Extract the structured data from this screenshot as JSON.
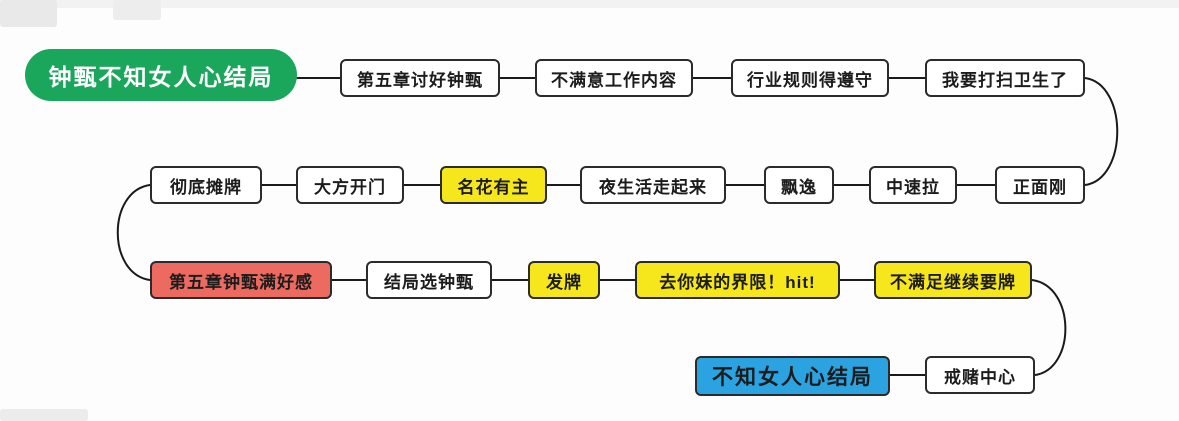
{
  "colors": {
    "start_green": "#1aa75b",
    "highlight_yellow": "#f6e71d",
    "danger_red": "#ec6a5f",
    "ending_blue": "#2ba3e1",
    "line": "#1a1a1a"
  },
  "diagram": {
    "nodes": [
      {
        "label": "钟甄不知女人心结局",
        "type": "start"
      },
      {
        "label": "第五章讨好钟甄",
        "type": "plain"
      },
      {
        "label": "不满意工作内容",
        "type": "plain"
      },
      {
        "label": "行业规则得遵守",
        "type": "plain"
      },
      {
        "label": "我要打扫卫生了",
        "type": "plain"
      },
      {
        "label": "彻底摊牌",
        "type": "plain"
      },
      {
        "label": "大方开门",
        "type": "plain"
      },
      {
        "label": "名花有主",
        "type": "yellow"
      },
      {
        "label": "夜生活走起来",
        "type": "plain"
      },
      {
        "label": "飘逸",
        "type": "plain"
      },
      {
        "label": "中速拉",
        "type": "plain"
      },
      {
        "label": "正面刚",
        "type": "plain"
      },
      {
        "label": "第五章钟甄满好感",
        "type": "red"
      },
      {
        "label": "结局选钟甄",
        "type": "plain"
      },
      {
        "label": "发牌",
        "type": "yellow"
      },
      {
        "label": "去你妹的界限！hit!",
        "type": "yellow"
      },
      {
        "label": "不满足继续要牌",
        "type": "yellow"
      },
      {
        "label": "不知女人心结局",
        "type": "ending"
      },
      {
        "label": "戒赌中心",
        "type": "plain"
      }
    ]
  }
}
